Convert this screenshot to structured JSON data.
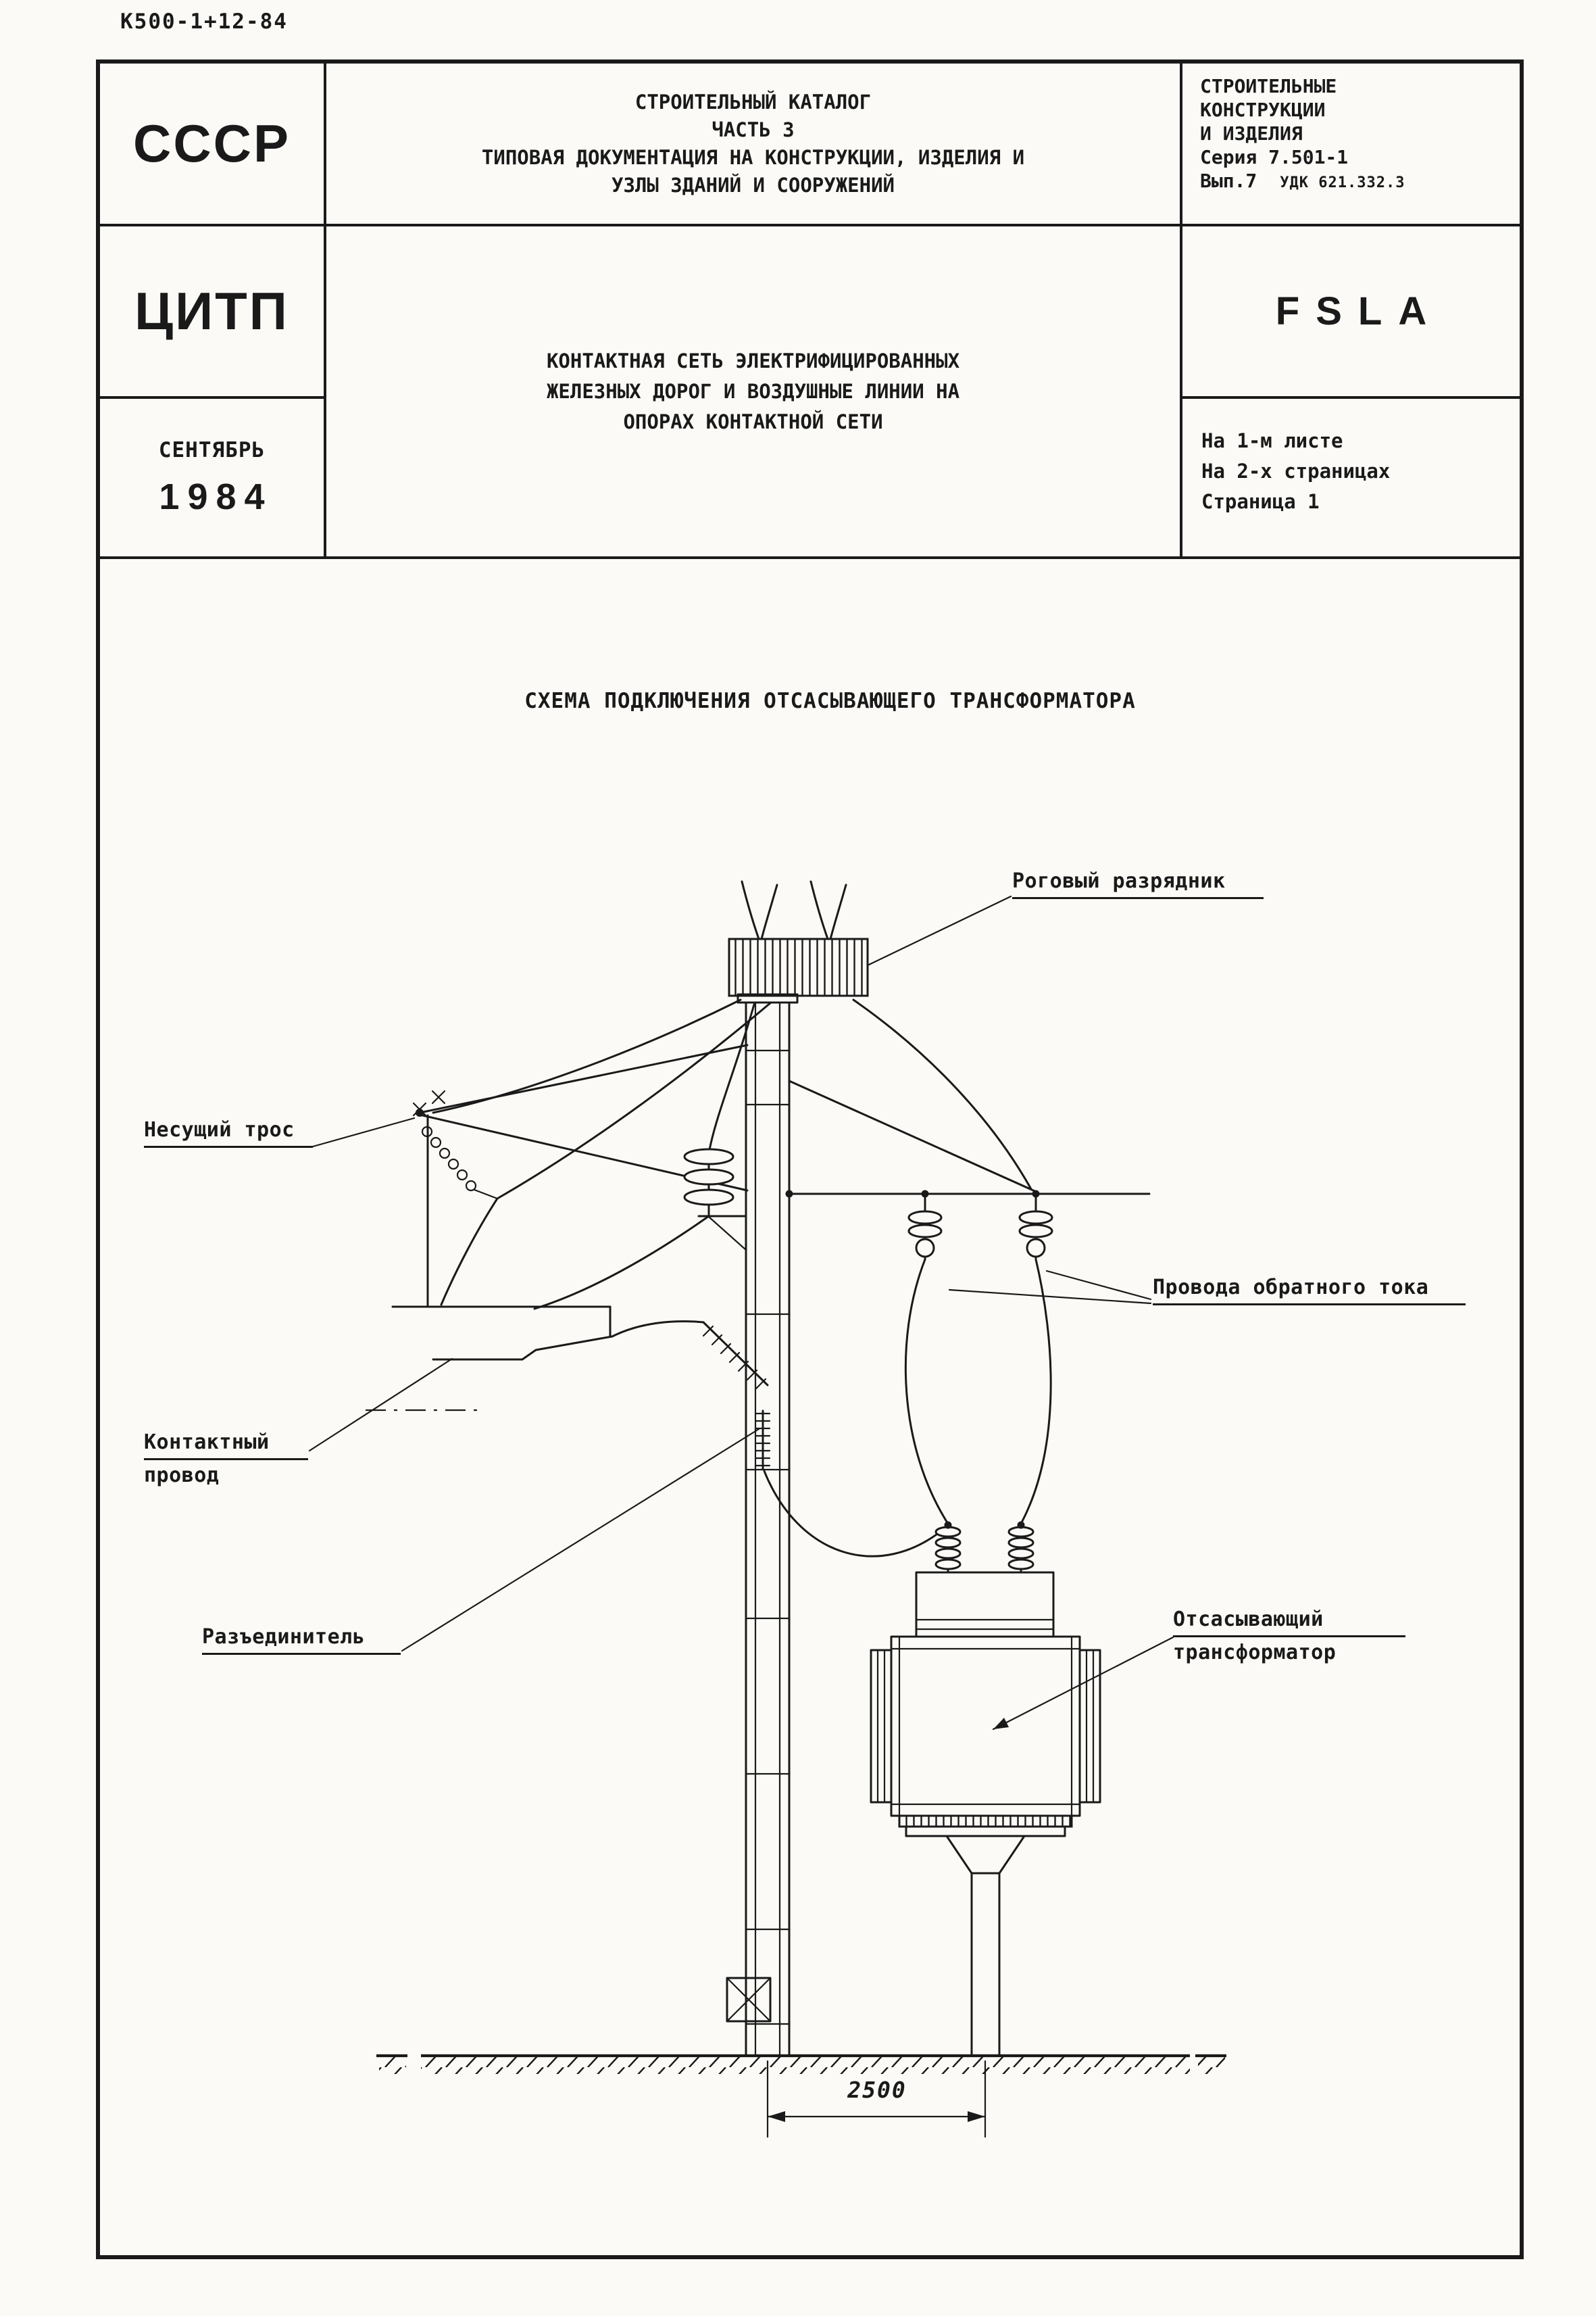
{
  "doc": {
    "code": "К500-1+12-84"
  },
  "colors": {
    "ink": "#1a1a1a",
    "paper": "#fbfaf6"
  },
  "header": {
    "org": "СССР",
    "institute": "ЦИТП",
    "month": "СЕНТЯБРЬ",
    "year": "1984",
    "catalog": [
      "СТРОИТЕЛЬНЫЙ КАТАЛОГ",
      "ЧАСТЬ 3",
      "ТИПОВАЯ ДОКУМЕНТАЦИЯ НА КОНСТРУКЦИИ, ИЗДЕЛИЯ И",
      "УЗЛЫ ЗДАНИЙ И СООРУЖЕНИЙ"
    ],
    "subject": [
      "КОНТАКТНАЯ СЕТЬ ЭЛЕКТРИФИЦИРОВАННЫХ",
      "ЖЕЛЕЗНЫХ ДОРОГ И ВОЗДУШНЫЕ ЛИНИИ НА",
      "ОПОРАХ КОНТАКТНОЙ СЕТИ"
    ],
    "series": [
      "СТРОИТЕЛЬНЫЕ",
      "КОНСТРУКЦИИ",
      "И ИЗДЕЛИЯ",
      "Серия 7.501-1"
    ],
    "issue": "Вып.7",
    "udk": "УДК 621.332.3",
    "mark": "FSLA",
    "sheets": [
      "На 1-м листе",
      "На 2-х страницах",
      "Страница 1"
    ]
  },
  "drawing": {
    "title": "СХЕМА ПОДКЛЮЧЕНИЯ ОТСАСЫВАЮЩЕГО ТРАНСФОРМАТОРА",
    "labels": {
      "horn_arrester": "Роговый разрядник",
      "carrying_cable": "Несущий трос",
      "return_wires": "Провода обратного тока",
      "contact_wire": [
        "Контактный",
        "провод"
      ],
      "disconnector": "Разъединитель",
      "transformer": [
        "Отсасывающий",
        "трансформатор"
      ]
    },
    "dimension": "2500"
  }
}
